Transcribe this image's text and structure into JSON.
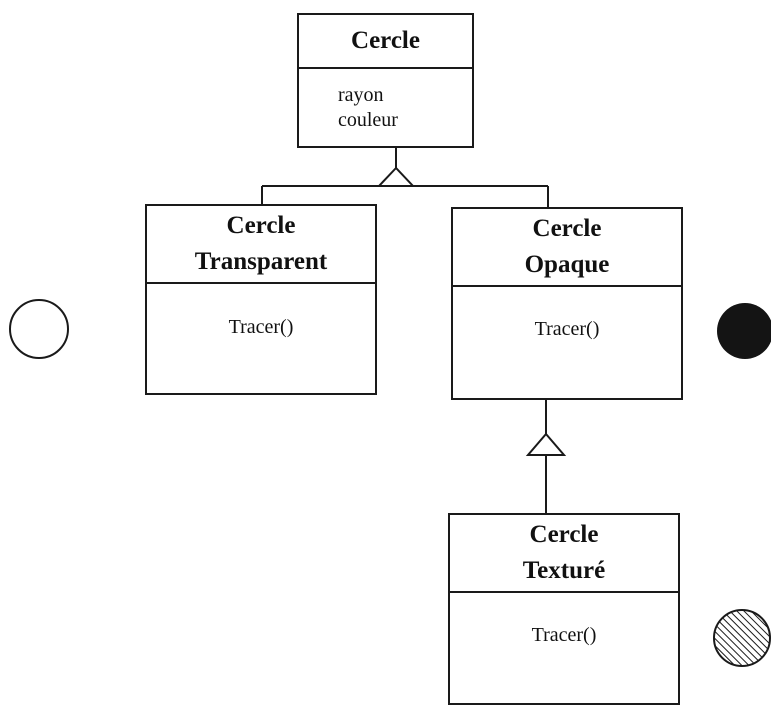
{
  "diagram": {
    "classes": {
      "cercle": {
        "name": "Cercle",
        "attributes": [
          "rayon",
          "couleur"
        ]
      },
      "transparent": {
        "name_lines": [
          "Cercle",
          "Transparent"
        ],
        "methods": [
          "Tracer()"
        ]
      },
      "opaque": {
        "name_lines": [
          "Cercle",
          "Opaque"
        ],
        "methods": [
          "Tracer()"
        ]
      },
      "texture": {
        "name_lines": [
          "Cercle",
          "Texturé"
        ],
        "methods": [
          "Tracer()"
        ]
      }
    },
    "samples": {
      "transparent": "empty-circle-icon",
      "opaque": "filled-circle-icon",
      "texture": "hatched-circle-icon"
    },
    "colors": {
      "line": "#1a1a1a",
      "background": "#ffffff"
    }
  }
}
